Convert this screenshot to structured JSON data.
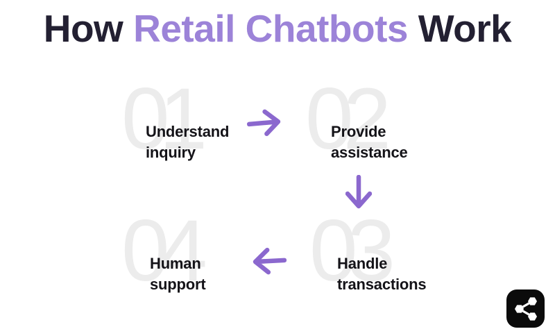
{
  "title": {
    "prefix": "How ",
    "highlight": "Retail Chatbots",
    "suffix": " Work"
  },
  "steps": [
    {
      "number": "01",
      "line1": "Understand",
      "line2": "inquiry"
    },
    {
      "number": "02",
      "line1": "Provide",
      "line2": "assistance"
    },
    {
      "number": "03",
      "line1": "Handle",
      "line2": "transactions"
    },
    {
      "number": "04",
      "line1": "Human",
      "line2": "support"
    }
  ],
  "flow": [
    "01 Understand inquiry -> 02 Provide assistance",
    "02 Provide assistance -> 03 Handle transactions",
    "03 Handle transactions -> 04 Human support"
  ],
  "icons": {
    "arrow_1": "arrow-right-icon",
    "arrow_2": "arrow-down-icon",
    "arrow_3": "arrow-left-icon",
    "share": "share-icon"
  },
  "colors": {
    "background": "#ffffff",
    "title_text": "#232032",
    "title_accent": "#9c83d8",
    "arrow": "#8b68ce",
    "ghost_number": "#ececec",
    "step_text": "#141318",
    "share_bg": "#0b0b0b",
    "share_glyph": "#ffffff"
  }
}
